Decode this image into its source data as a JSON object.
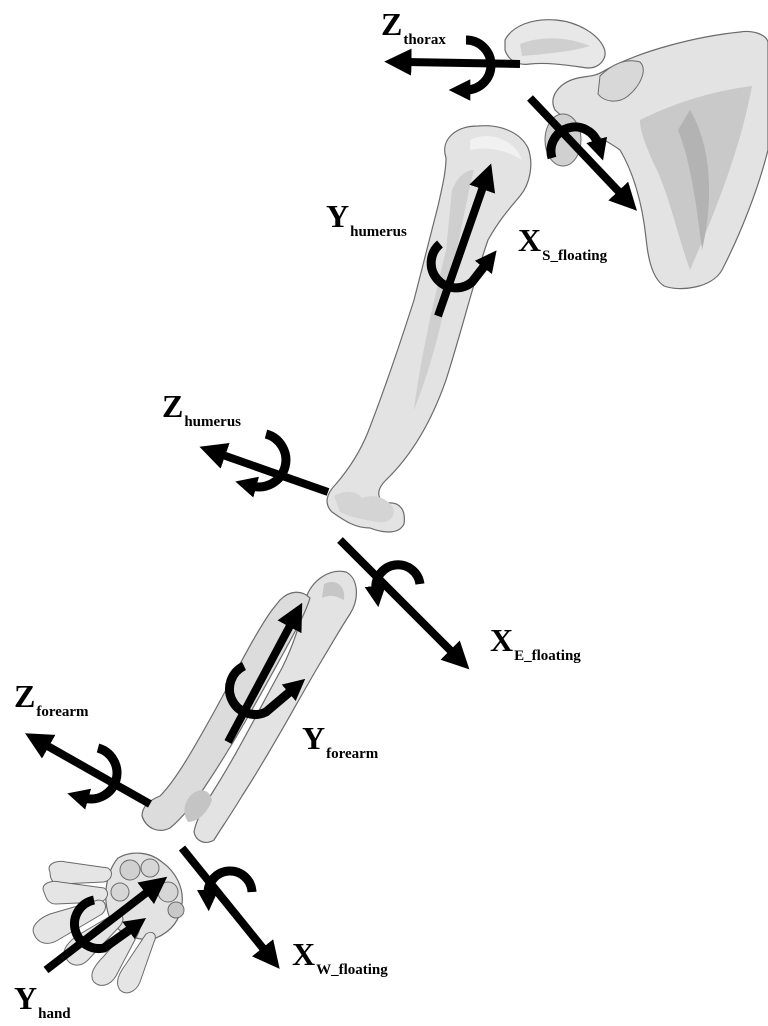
{
  "colors": {
    "background": "#ffffff",
    "bone_fill": "#e3e3e3",
    "bone_shadow": "#c4c4c4",
    "bone_dark": "#a9a9a9",
    "bone_outline": "#6b6b6b",
    "arrow": "#000000"
  },
  "bones": [
    "scapula",
    "humerus",
    "ulna",
    "radius",
    "hand"
  ],
  "labels": {
    "z_thorax": {
      "main": "Z",
      "sub": "thorax"
    },
    "x_s_floating": {
      "main": "X",
      "sub": "S_floating"
    },
    "y_humerus": {
      "main": "Y",
      "sub": "humerus"
    },
    "z_humerus": {
      "main": "Z",
      "sub": "humerus"
    },
    "x_e_floating": {
      "main": "X",
      "sub": "E_floating"
    },
    "z_forearm": {
      "main": "Z",
      "sub": "forearm"
    },
    "y_forearm": {
      "main": "Y",
      "sub": "forearm"
    },
    "x_w_floating": {
      "main": "X",
      "sub": "W_floating"
    },
    "y_hand": {
      "main": "Y",
      "sub": "hand"
    }
  },
  "axes": [
    {
      "id": "z-thorax",
      "icon": "rotation-arrow-icon"
    },
    {
      "id": "x-s-floating",
      "icon": "rotation-arrow-icon"
    },
    {
      "id": "y-humerus",
      "icon": "rotation-arrow-icon"
    },
    {
      "id": "z-humerus",
      "icon": "rotation-arrow-icon"
    },
    {
      "id": "x-e-floating",
      "icon": "rotation-arrow-icon"
    },
    {
      "id": "y-forearm",
      "icon": "rotation-arrow-icon"
    },
    {
      "id": "z-forearm",
      "icon": "rotation-arrow-icon"
    },
    {
      "id": "x-w-floating",
      "icon": "rotation-arrow-icon"
    },
    {
      "id": "y-hand",
      "icon": "rotation-arrow-icon"
    }
  ]
}
